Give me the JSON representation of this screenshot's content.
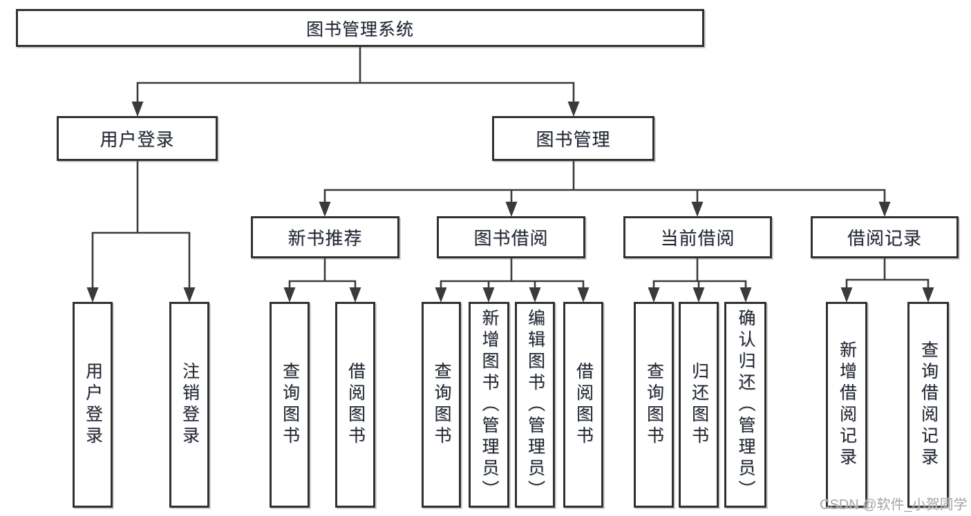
{
  "colors": {
    "background": "#ffffff",
    "line": "#3a3a3a",
    "box_border": "#303030",
    "text": "#262626",
    "watermark": "#a5a5a5"
  },
  "tree": {
    "root": {
      "label": "图书管理系统"
    },
    "branches": [
      {
        "label": "用户登录",
        "children": [
          {
            "label": "用户登录"
          },
          {
            "label": "注销登录"
          }
        ]
      },
      {
        "label": "图书管理",
        "children": [
          {
            "label": "新书推荐",
            "children": [
              {
                "label": "查询图书"
              },
              {
                "label": "借阅图书"
              }
            ]
          },
          {
            "label": "图书借阅",
            "children": [
              {
                "label": "查询图书"
              },
              {
                "label": "新增图书（管理员）"
              },
              {
                "label": "编辑图书（管理员）"
              },
              {
                "label": "借阅图书"
              }
            ]
          },
          {
            "label": "当前借阅",
            "children": [
              {
                "label": "查询图书"
              },
              {
                "label": "归还图书"
              },
              {
                "label": "确认归还（管理员）"
              }
            ]
          },
          {
            "label": "借阅记录",
            "children": [
              {
                "label": "新增借阅记录"
              },
              {
                "label": "查询借阅记录"
              }
            ]
          }
        ]
      }
    ]
  },
  "watermark": {
    "text": "CSDN @软件_小贺同学"
  }
}
